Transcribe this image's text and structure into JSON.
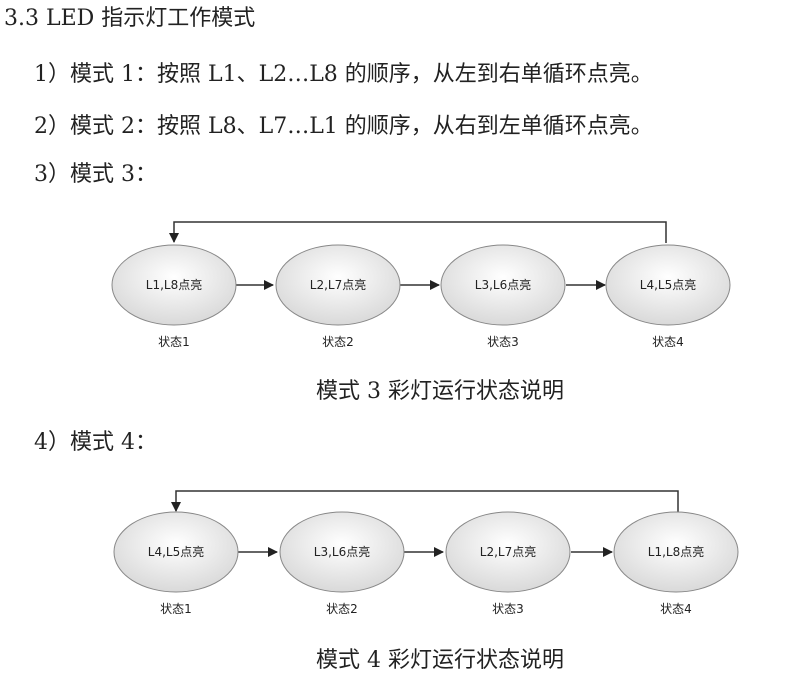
{
  "section": {
    "heading": "3.3 LED 指示灯工作模式",
    "items": [
      "1）模式 1：按照 L1、L2…L8 的顺序，从左到右单循环点亮。",
      "2）模式 2：按照 L8、L7…L1 的顺序，从右到左单循环点亮。",
      "3）模式 3：",
      "4）模式 4："
    ]
  },
  "diagram_mode3": {
    "nodes": [
      "L1,L8点亮",
      "L2,L7点亮",
      "L3,L6点亮",
      "L4,L5点亮"
    ],
    "states": [
      "状态1",
      "状态2",
      "状态3",
      "状态4"
    ],
    "caption": "模式 3 彩灯运行状态说明"
  },
  "diagram_mode4": {
    "nodes": [
      "L4,L5点亮",
      "L3,L6点亮",
      "L2,L7点亮",
      "L1,L8点亮"
    ],
    "states": [
      "状态1",
      "状态2",
      "状态3",
      "状态4"
    ],
    "caption": "模式 4 彩灯运行状态说明"
  }
}
